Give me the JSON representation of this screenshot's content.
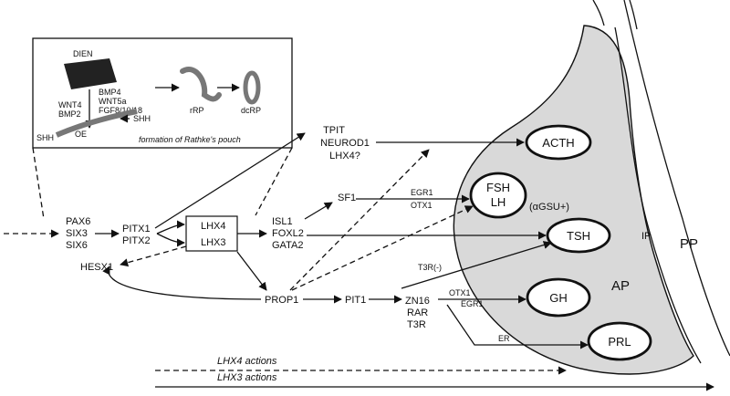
{
  "inset": {
    "caption": "formation of Rathke's pouch",
    "dien": "DIEN",
    "signals_right": [
      "BMP4",
      "WNT5a",
      "FGF8/10/18"
    ],
    "signals_left": [
      "WNT4",
      "BMP2"
    ],
    "shh_upper": "SHH",
    "shh_lower": "SHH",
    "oe": "OE",
    "rrp": "rRP",
    "dcrp": "dcRP"
  },
  "factors": {
    "early": [
      "PAX6",
      "SIX3",
      "SIX6"
    ],
    "pitx": [
      "PITX1",
      "PITX2"
    ],
    "lhx4": "LHX4",
    "lhx3": "LHX3",
    "hesx1": "HESX1",
    "corticotroph": [
      "TPIT",
      "NEUROD1",
      "LHX4?"
    ],
    "sf1": "SF1",
    "gonadotroph_mid": [
      "ISL1",
      "FOXL2",
      "GATA2"
    ],
    "egr1_top": "EGR1",
    "otx1_top": "OTX1",
    "prop1": "PROP1",
    "pit1": "PIT1",
    "t3r_minus": "T3R(-)",
    "zn16": [
      "ZN16",
      "RAR",
      "T3R"
    ],
    "otx1_low": "OTX1",
    "egr1_low": "EGR1",
    "er": "ER"
  },
  "cells": {
    "acth": "ACTH",
    "fsh_lh": [
      "FSH",
      "LH"
    ],
    "agsu": "(αGSU+)",
    "tsh": "TSH",
    "gh": "GH",
    "prl": "PRL"
  },
  "regions": {
    "ap": "AP",
    "ip": "IP",
    "pp": "PP"
  },
  "legend": {
    "lhx4": "LHX4 actions",
    "lhx3": "LHX3 actions"
  }
}
